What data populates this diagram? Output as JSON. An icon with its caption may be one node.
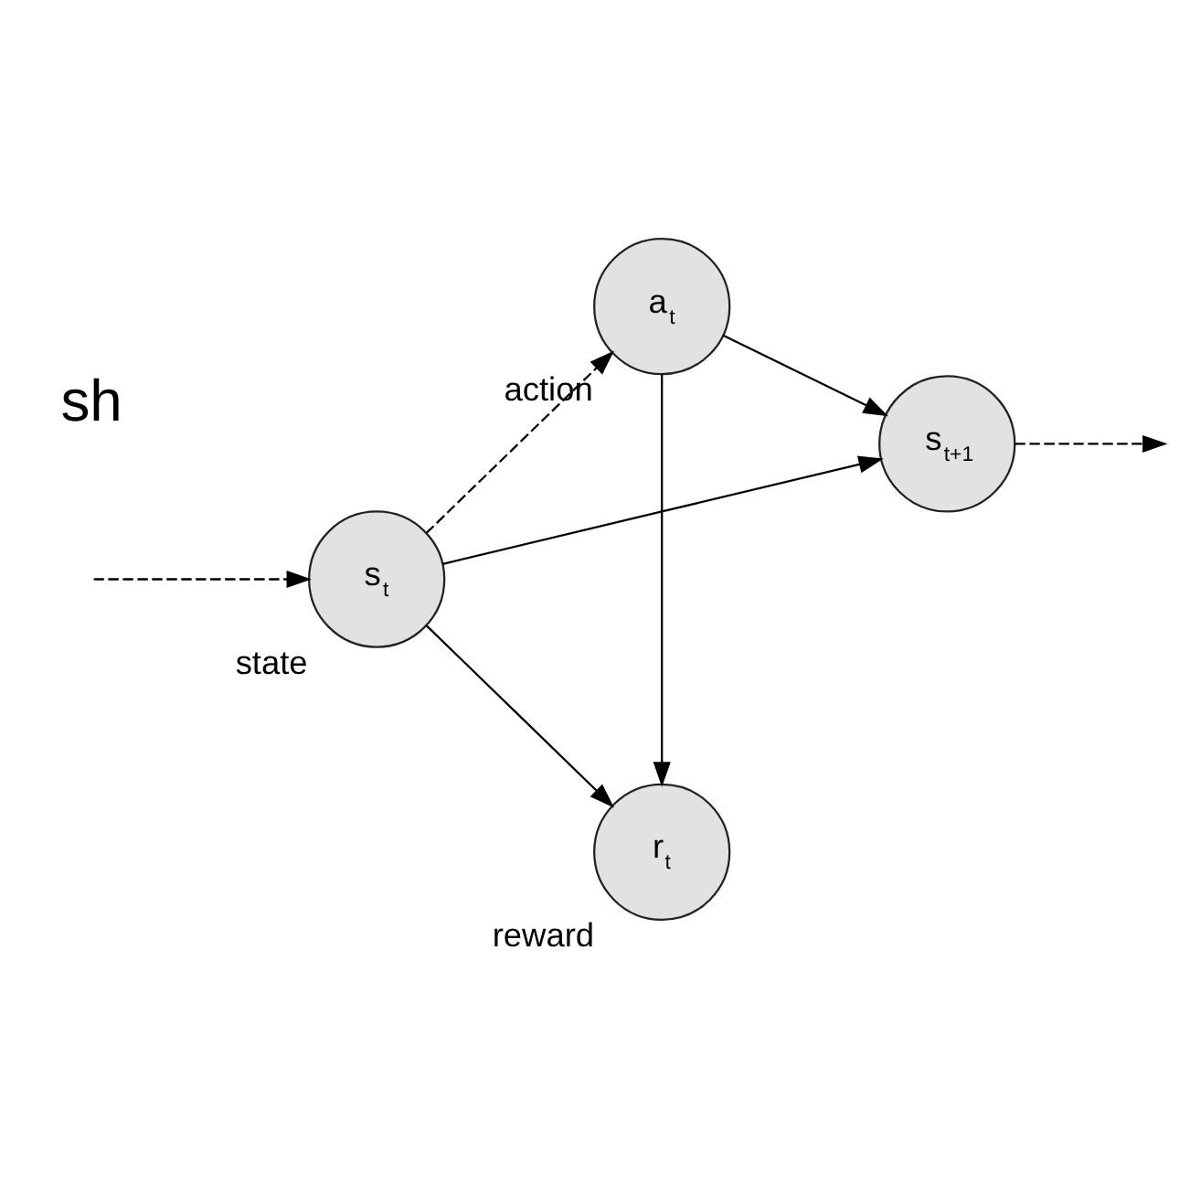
{
  "diagram": {
    "nodes": [
      {
        "text": [
          "s$_{t}$"
        ],
        "beside": [
          "state"
        ]
      },
      {
        "text": [
          "a$_{t}$"
        ],
        "beside": [
          "action"
        ]
      },
      {
        "text": [
          "s$_{t+1}$"
        ]
      },
      {
        "text": [
          "r$_{t}$"
        ],
        "beside": [
          "reward"
        ]
      }
    ],
    "edges": [
      {
        "from": null,
        "to": 0,
        "arrow": "to",
        "style": "dashed"
      },
      {
        "from": 0,
        "to": 1,
        "arrow": "to",
        "style": "dashed"
      },
      {
        "from": 1,
        "to": 2,
        "arrow": "to"
      },
      {
        "from": 1,
        "to": 3,
        "arrow": "to"
      },
      {
        "from": 0,
        "to": 2,
        "arrow": "to"
      },
      {
        "from": 0,
        "to": 3,
        "arrow": "to"
      },
      {
        "from": 2,
        "to": null,
        "arrow": "to",
        "style": "dashed"
      }
    ],
    "labels": [
      "sh"
    ]
  }
}
